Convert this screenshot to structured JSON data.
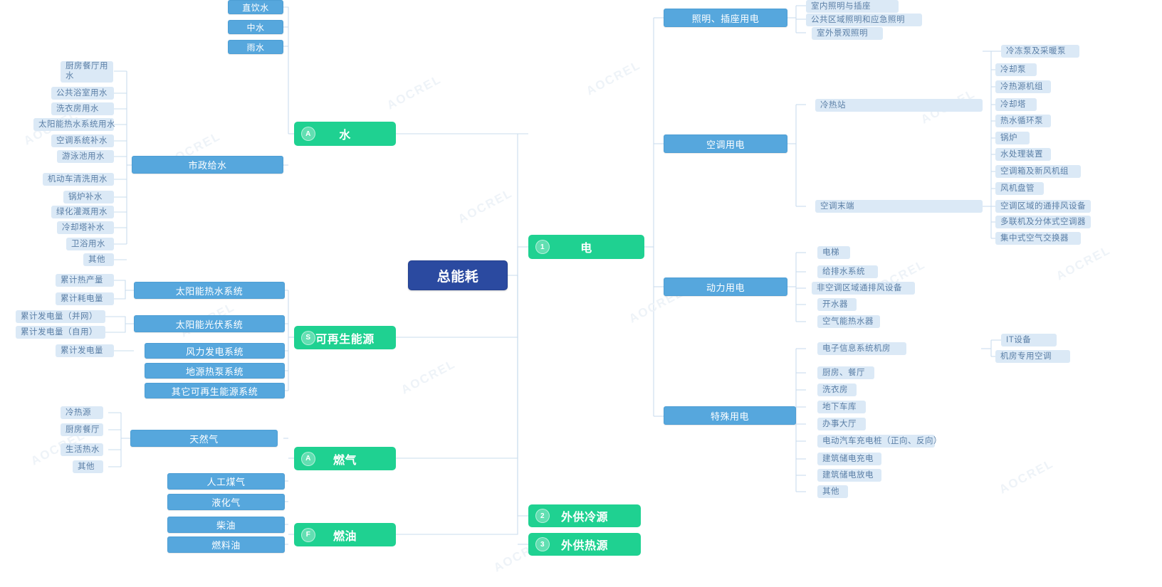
{
  "diagram": {
    "title": "总能耗",
    "type": "mindmap",
    "colors": {
      "root": "#2b4aa0",
      "category": "#1fd191",
      "blue_box": "#56a7dd",
      "leaf": "#dbe9f6",
      "leaf_text": "#5b7fa6",
      "link": "#c9dced",
      "background": "#ffffff"
    },
    "watermark": "AOCREL"
  },
  "root": {
    "label": "总能耗"
  },
  "categories": [
    {
      "id": "water",
      "badge": "A",
      "label": "水"
    },
    {
      "id": "electricity",
      "badge": "1",
      "label": "电"
    },
    {
      "id": "renewable",
      "badge": "S",
      "label": "可再生能源"
    },
    {
      "id": "gas",
      "badge": "A",
      "label": "燃气"
    },
    {
      "id": "oil",
      "badge": "F",
      "label": "燃油"
    },
    {
      "id": "cold",
      "badge": "2",
      "label": "外供冷源"
    },
    {
      "id": "heat",
      "badge": "3",
      "label": "外供热源"
    }
  ],
  "water": {
    "sources_top": [
      "直饮水",
      "中水",
      "雨水"
    ],
    "municipal": "市政给水",
    "municipal_uses": [
      "厨房餐厅用水",
      "公共浴室用水",
      "洗衣房用水",
      "太阳能热水系统用水",
      "空调系统补水",
      "游泳池用水",
      "机动车清洗用水",
      "锅炉补水",
      "绿化灌溉用水",
      "冷却塔补水",
      "卫浴用水",
      "其他"
    ]
  },
  "renewable": {
    "systems": [
      {
        "name": "太阳能热水系统",
        "metrics": [
          "累计热产量",
          "累计耗电量"
        ]
      },
      {
        "name": "太阳能光伏系统",
        "metrics": [
          "累计发电量（并网）",
          "累计发电量（自用）"
        ]
      },
      {
        "name": "风力发电系统",
        "metrics": [
          "累计发电量"
        ]
      },
      {
        "name": "地源热泵系统",
        "metrics": []
      },
      {
        "name": "其它可再生能源系统",
        "metrics": []
      }
    ]
  },
  "gas": {
    "natural_gas": "天然气",
    "natural_gas_uses": [
      "冷热源",
      "厨房餐厅",
      "生活热水",
      "其他"
    ],
    "others": [
      "人工煤气",
      "液化气"
    ]
  },
  "oil": {
    "types": [
      "柴油",
      "燃料油"
    ]
  },
  "electricity": {
    "branches": [
      {
        "id": "lighting",
        "label": "照明、插座用电",
        "leaves": [
          "室内照明与插座",
          "公共区域照明和应急照明",
          "室外景观照明"
        ]
      },
      {
        "id": "hvac",
        "label": "空调用电",
        "groups": [
          {
            "label": "冷热站",
            "leaves": [
              "冷冻泵及采暖泵",
              "冷却泵",
              "冷热源机组",
              "冷却塔",
              "热水循环泵",
              "锅炉",
              "水处理装置",
              "空调箱及新风机组",
              "风机盘管"
            ]
          },
          {
            "label": "空调末端",
            "leaves": [
              "空调区域的通排风设备",
              "多联机及分体式空调器",
              "集中式空气交换器"
            ]
          }
        ]
      },
      {
        "id": "power",
        "label": "动力用电",
        "leaves": [
          "电梯",
          "给排水系统",
          "非空调区域通排风设备",
          "开水器",
          "空气能热水器"
        ]
      },
      {
        "id": "special",
        "label": "特殊用电",
        "leaves": [
          "电子信息系统机房",
          "厨房、餐厅",
          "洗衣房",
          "地下车库",
          "办事大厅",
          "电动汽车充电桩（正向、反向）",
          "建筑储电充电",
          "建筑储电放电",
          "其他"
        ],
        "subgroups": [
          {
            "parent": "电子信息系统机房",
            "leaves": [
              "IT设备",
              "机房专用空调"
            ]
          }
        ]
      }
    ]
  }
}
